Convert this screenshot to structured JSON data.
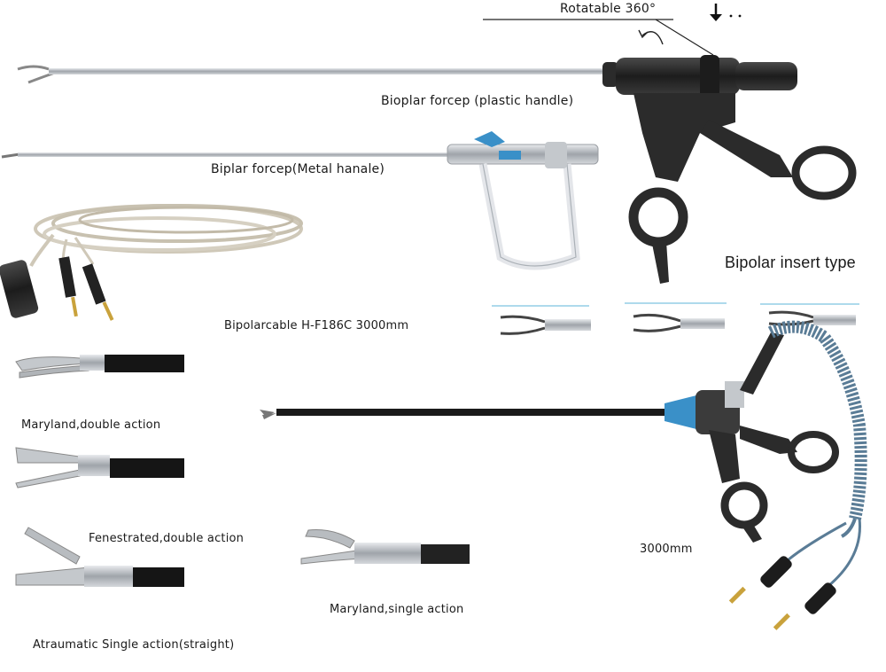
{
  "labels": {
    "rotatable": "Rotatable 360°",
    "plastic_forcep": "Bioplar forcep (plastic handle)",
    "metal_forcep": "Biplar forcep(Metal hanale)",
    "insert_type": "Bipolar insert type",
    "cable": "Bipolarcable H-F186C 3000mm",
    "maryland_double": "Maryland,double action",
    "fenestrated_double": "Fenestrated,double action",
    "atraumatic_single": "Atraumatic Single action(straight)",
    "maryland_single": "Maryland,single action",
    "cable_length": "3000mm"
  },
  "colors": {
    "handle_black": "#2b2b2b",
    "steel": "#b8bcc0",
    "accent_blue": "#3a90c8",
    "cable_beige": "#cfc8b8",
    "coil_blue": "#5a7c96",
    "brass": "#c9a23c"
  }
}
